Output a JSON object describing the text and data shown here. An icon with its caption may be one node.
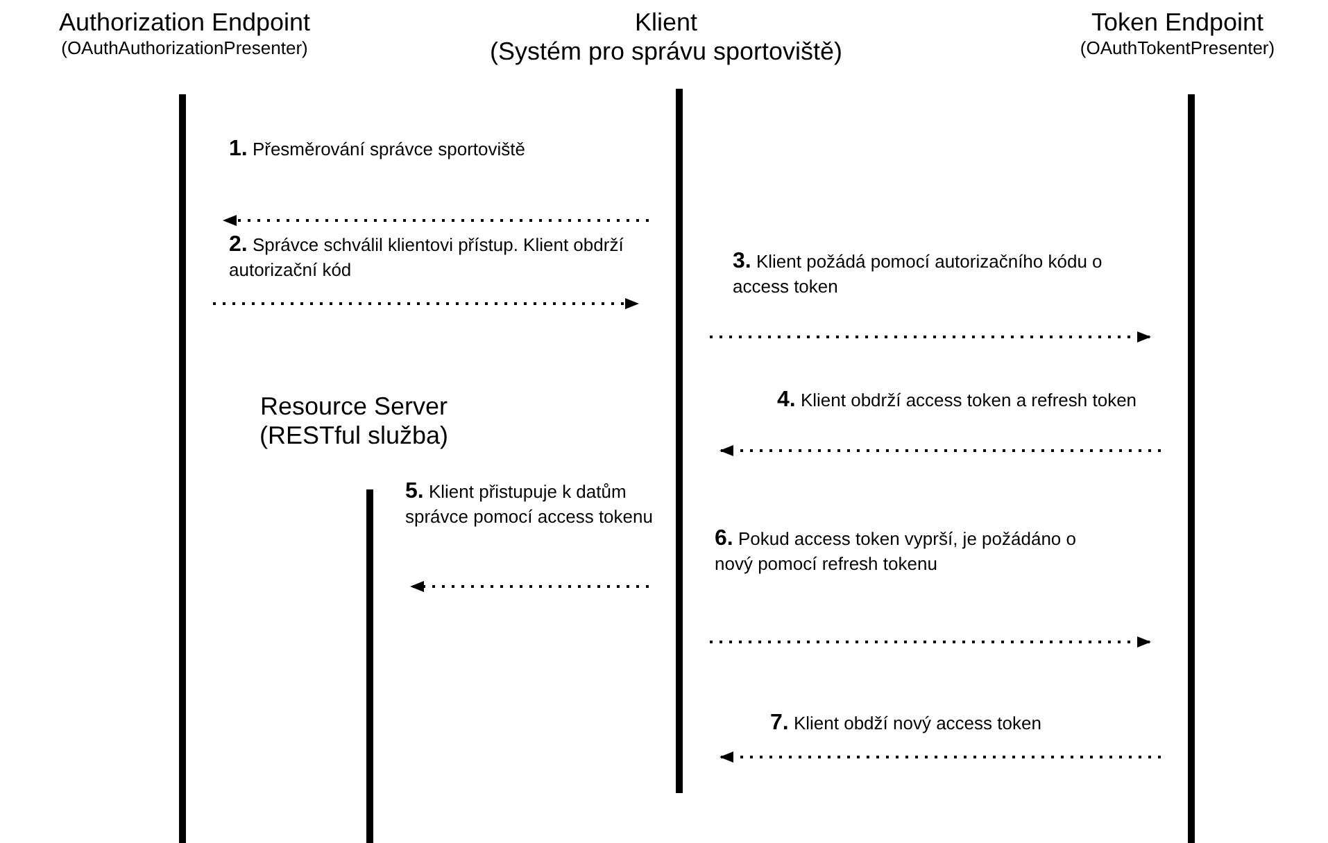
{
  "diagram": {
    "nodes": [
      {
        "text": [
          "Authorization Endpoint",
          "(OAuthAuthorizationPresenter)"
        ]
      },
      {
        "text": [
          "Klient",
          "(Systém pro správu sportoviště)"
        ]
      },
      {
        "text": [
          "Token Endpoint",
          "(OAuthTokentPresenter)"
        ]
      },
      {
        "text": [
          "Resource Server",
          "(RESTful služba)"
        ]
      }
    ],
    "edges": [
      {
        "from": 1,
        "to": 0,
        "arrow": "to",
        "style": "dashed",
        "label": "**1.** Přesměrování správce sportoviště"
      },
      {
        "from": 0,
        "to": 1,
        "arrow": "to",
        "style": "dashed",
        "label": "**2.** Správce schválil klientovi přístup. Klient obdrží autorizační kód"
      },
      {
        "from": 1,
        "to": 2,
        "arrow": "to",
        "style": "dashed",
        "label": "**3.** Klient požádá pomocí autorizačního kódu o access token"
      },
      {
        "from": 2,
        "to": 1,
        "arrow": "to",
        "style": "dashed",
        "label": "**4.** Klient obdrží access token a refresh token"
      },
      {
        "from": 1,
        "to": 3,
        "arrow": "to",
        "style": "dashed",
        "label": "**5.** Klient přistupuje k datům správce pomocí access tokenu"
      },
      {
        "from": 1,
        "to": 2,
        "arrow": "to",
        "style": "dashed",
        "label": "**6.** Pokud access token vyprší, je požádáno o nový pomocí refresh tokenu"
      },
      {
        "from": 2,
        "to": 1,
        "arrow": "to",
        "style": "dashed",
        "label": "**7.** Klient obdží nový access token"
      }
    ]
  }
}
